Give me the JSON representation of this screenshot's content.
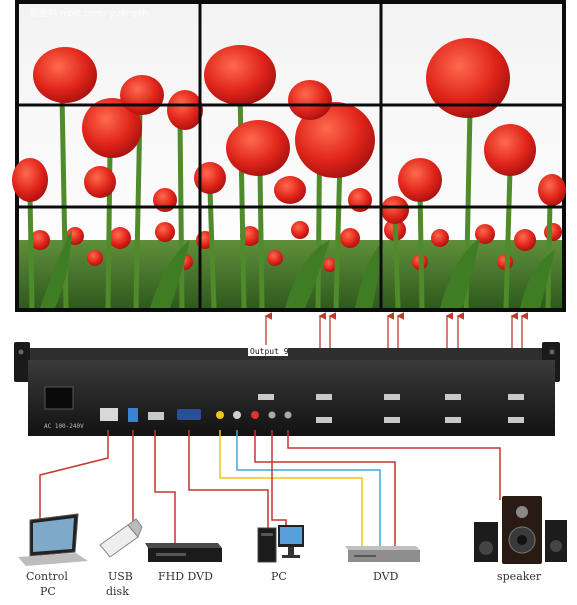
{
  "watermark": "昵图网 nipic.com/ yuangxh",
  "panel_label": "Output 9",
  "power_label": "AC 100-240V",
  "devices": [
    {
      "id": "control_pc",
      "lines": [
        "Control",
        "PC"
      ]
    },
    {
      "id": "usb_disk",
      "lines": [
        "USB",
        "disk"
      ]
    },
    {
      "id": "fhd_dvd",
      "lines": [
        "FHD DVD"
      ]
    },
    {
      "id": "pc",
      "lines": [
        "PC"
      ]
    },
    {
      "id": "dvd",
      "lines": [
        "DVD"
      ]
    },
    {
      "id": "speaker",
      "lines": [
        "speaker"
      ]
    }
  ],
  "colors": {
    "cable_red": "#c0392b",
    "cable_yellow": "#f0c419",
    "cable_blue": "#3fa9e0",
    "bezel": "#111111",
    "device_body": "#1b1b1b"
  }
}
